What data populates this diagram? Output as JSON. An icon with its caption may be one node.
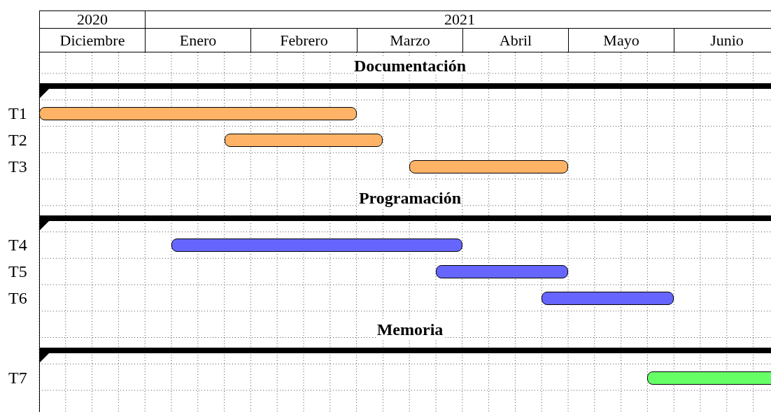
{
  "diagram": {
    "nodes": [
      {
        "text": [],
        "shape": "bar"
      },
      {
        "text": [],
        "shape": "bar"
      },
      {
        "text": [],
        "shape": "bar"
      },
      {
        "text": [],
        "shape": "bar"
      },
      {
        "text": [],
        "shape": "bar"
      },
      {
        "text": [],
        "shape": "bar"
      },
      {
        "text": [],
        "shape": "bar"
      },
      {
        "text": [],
        "shape": "bar"
      },
      {
        "text": [],
        "shape": "bar"
      },
      {
        "text": [],
        "shape": "bar"
      }
    ],
    "labels": [
      "2020",
      "2021",
      "Diciembre",
      "Enero",
      "Febrero",
      "Marzo",
      "Abril",
      "Mayo",
      "Junio",
      "Documentación",
      "T1",
      "T2",
      "T3",
      "Programación",
      "T4",
      "T5",
      "T6",
      "Memoria",
      "T7"
    ]
  }
}
